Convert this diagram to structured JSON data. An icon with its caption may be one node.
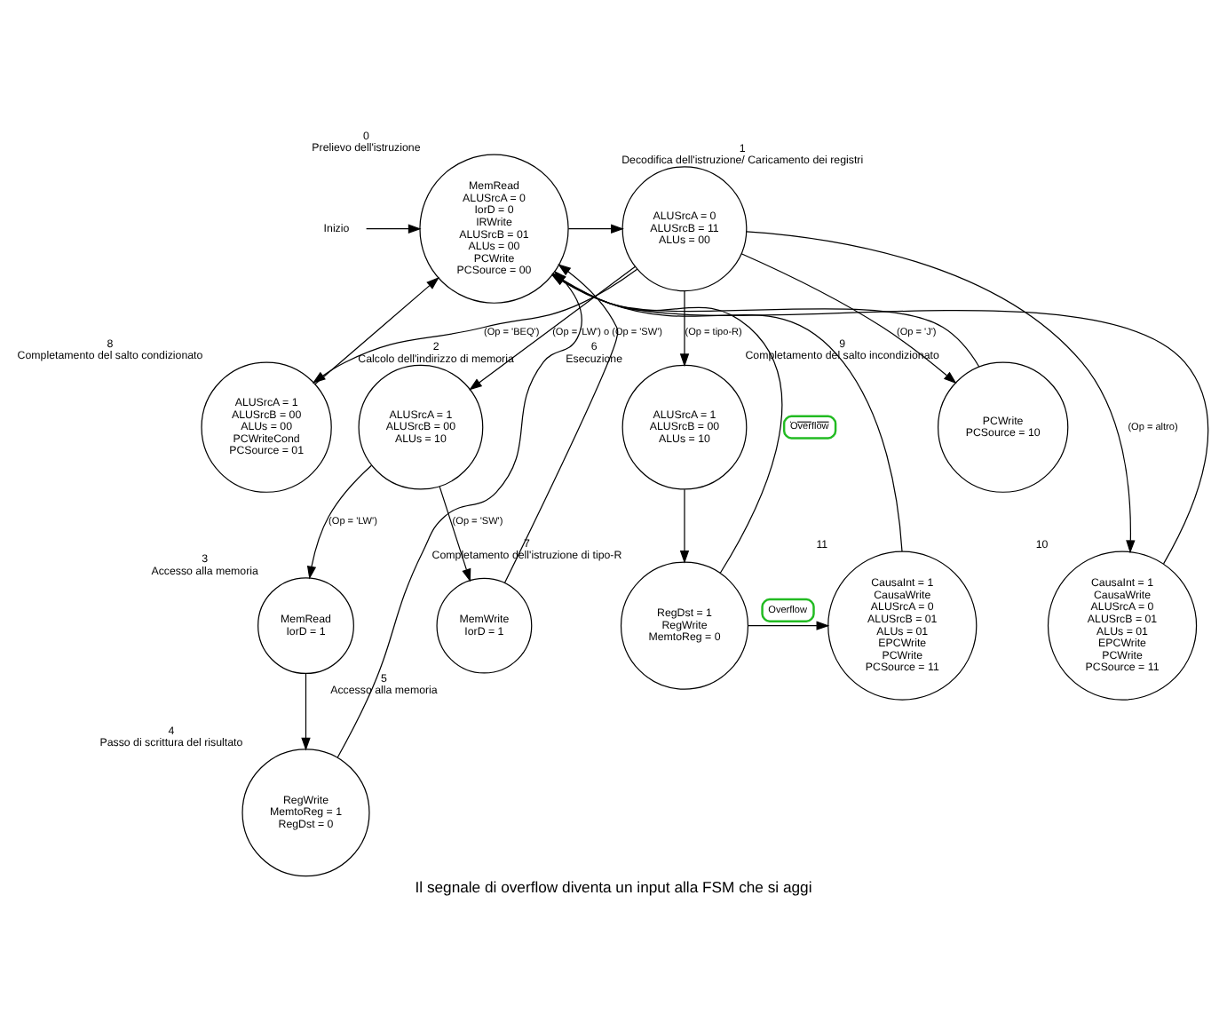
{
  "diagram": {
    "caption": "Il segnale di overflow diventa un input alla FSM che si aggi",
    "nodes": [
      {
        "text": [
          "Inizio"
        ]
      },
      {
        "text": [
          "MemRead",
          "ALUSrcA = 0",
          "IorD = 0",
          "IRWrite",
          "ALUSrcB = 01",
          "ALUs = 00",
          "PCWrite",
          "PCSource = 00"
        ],
        "beside": [
          "0",
          "Prelievo dell'istruzione"
        ]
      },
      {
        "text": [
          "ALUSrcA = 0",
          "ALUSrcB = 11",
          "ALUs = 00"
        ],
        "beside": [
          "1",
          "Decodifica dell'istruzione/ Caricamento dei registri"
        ]
      },
      {
        "text": [
          "ALUSrcA = 1",
          "ALUSrcB = 00",
          "ALUs = 10"
        ],
        "beside": [
          "2",
          "Calcolo dell'indirizzo di memoria"
        ]
      },
      {
        "text": [
          "ALUSrcA = 1",
          "ALUSrcB = 00",
          "ALUs = 10"
        ],
        "beside": [
          "6",
          "Esecuzione"
        ]
      },
      {
        "text": [
          "ALUSrcA = 1",
          "ALUSrcB = 00",
          "ALUs = 00",
          "PCWriteCond",
          "PCSource = 01"
        ],
        "beside": [
          "8",
          "Completamento del salto condizionato"
        ]
      },
      {
        "text": [
          "PCWrite",
          "PCSource = 10"
        ],
        "beside": [
          "9",
          "Completamento del salto incondizionato"
        ]
      },
      {
        "text": [
          "MemRead",
          "IorD = 1"
        ],
        "beside": [
          "3",
          "Accesso alla memoria"
        ]
      },
      {
        "text": [
          "MemWrite",
          "IorD = 1"
        ],
        "beside": [
          "5",
          "Accesso alla memoria"
        ]
      },
      {
        "text": [
          "RegDst = 1",
          "RegWrite",
          "MemtoReg = 0"
        ],
        "beside": [
          "7",
          "Completamento dell'istruzione di tipo-R"
        ]
      },
      {
        "text": [
          "CausaInt = 1",
          "CausaWrite",
          "ALUSrcA = 0",
          "ALUSrcB = 01",
          "ALUs = 01",
          "EPCWrite",
          "PCWrite",
          "PCSource = 11"
        ],
        "beside": [
          "11"
        ]
      },
      {
        "text": [
          "CausaInt = 1",
          "CausaWrite",
          "ALUSrcA = 0",
          "ALUSrcB = 01",
          "ALUs = 01",
          "EPCWrite",
          "PCWrite",
          "PCSource = 11"
        ],
        "beside": [
          "10"
        ]
      },
      {
        "text": [
          "RegWrite",
          "MemtoReg = 1",
          "RegDst = 0"
        ],
        "beside": [
          "4",
          "Passo di scrittura del risultato"
        ]
      }
    ],
    "edges": [
      {
        "from": 0,
        "to": 1,
        "arrow": "to"
      },
      {
        "from": 1,
        "to": 2,
        "arrow": "to"
      },
      {
        "from": 2,
        "to": 3,
        "arrow": "to",
        "label": "(Op = 'LW') o (Op = 'SW')"
      },
      {
        "from": 2,
        "to": 4,
        "arrow": "to",
        "label": "(Op = tipo-R)"
      },
      {
        "from": 2,
        "to": 5,
        "arrow": "to",
        "label": "(Op = 'BEQ')"
      },
      {
        "from": 2,
        "to": 6,
        "arrow": "to",
        "label": "(Op = 'J')"
      },
      {
        "from": 2,
        "to": 11,
        "arrow": "to",
        "label": "(Op = altro)"
      },
      {
        "from": 3,
        "to": 7,
        "arrow": "to",
        "label": "(Op = 'LW')"
      },
      {
        "from": 3,
        "to": 8,
        "arrow": "to",
        "label": "(Op = 'SW')"
      },
      {
        "from": 7,
        "to": 12,
        "arrow": "to"
      },
      {
        "from": 4,
        "to": 9,
        "arrow": "to"
      },
      {
        "from": 9,
        "to": 10,
        "arrow": "to",
        "label": "Overflow"
      },
      {
        "from": 9,
        "to": 1,
        "arrow": "to",
        "label": "Overflow"
      },
      {
        "from": 12,
        "to": 1,
        "arrow": "to"
      },
      {
        "from": 8,
        "to": 1,
        "arrow": "to"
      },
      {
        "from": 10,
        "to": 1,
        "arrow": "to"
      },
      {
        "from": 11,
        "to": 1,
        "arrow": "to"
      },
      {
        "from": 5,
        "to": 1,
        "arrow": "to"
      },
      {
        "from": 6,
        "to": 1,
        "arrow": "to"
      }
    ]
  }
}
